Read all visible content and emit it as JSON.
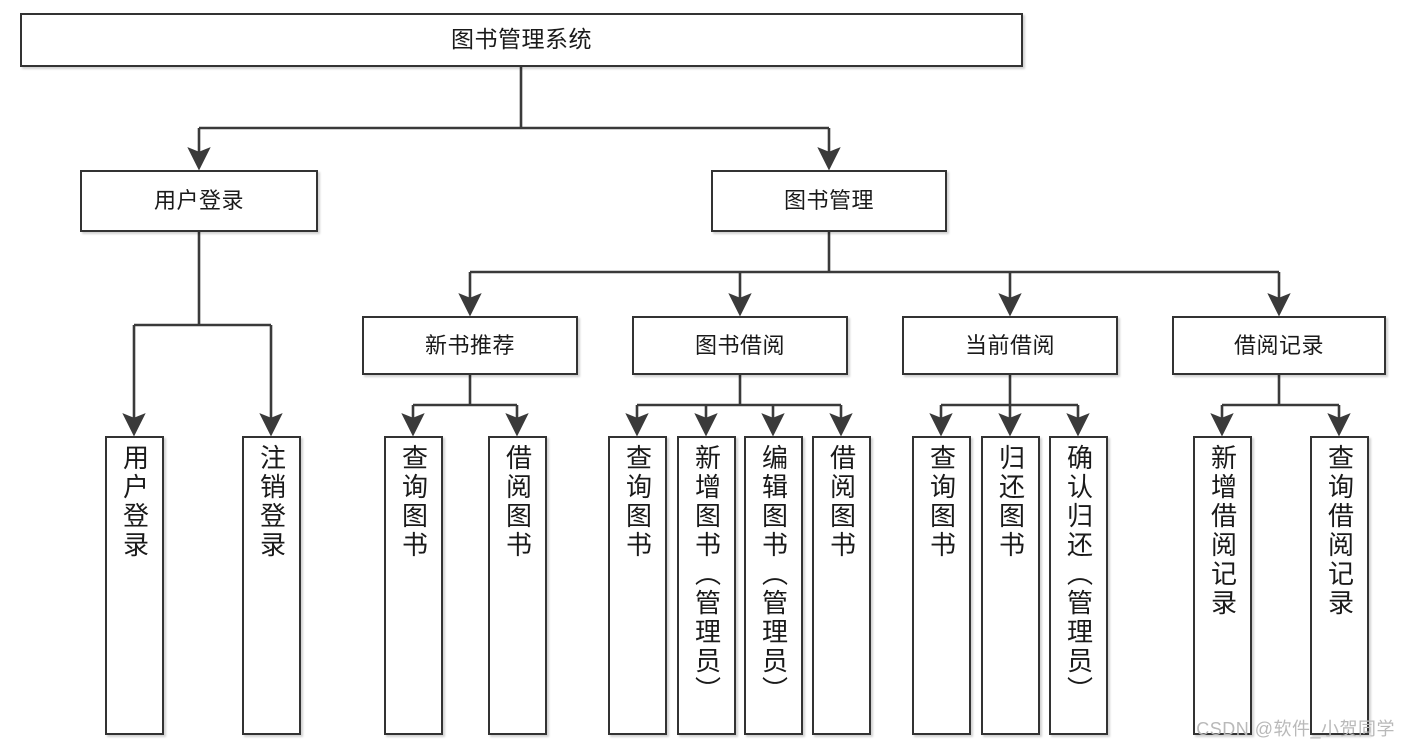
{
  "diagram": {
    "type": "hierarchy-tree",
    "title": "图书管理系统",
    "root": {
      "label": "图书管理系统"
    },
    "level2": [
      {
        "label": "用户登录"
      },
      {
        "label": "图书管理"
      }
    ],
    "level3": [
      {
        "label": "新书推荐"
      },
      {
        "label": "图书借阅"
      },
      {
        "label": "当前借阅"
      },
      {
        "label": "借阅记录"
      }
    ],
    "leaves": {
      "user_login": [
        {
          "label": "用户登录"
        },
        {
          "label": "注销登录"
        }
      ],
      "new_book_recommend": [
        {
          "label": "查询图书"
        },
        {
          "label": "借阅图书"
        }
      ],
      "book_borrow": [
        {
          "label": "查询图书"
        },
        {
          "label": "新增图书（管理员）"
        },
        {
          "label": "编辑图书（管理员）"
        },
        {
          "label": "借阅图书"
        }
      ],
      "current_borrow": [
        {
          "label": "查询图书"
        },
        {
          "label": "归还图书"
        },
        {
          "label": "确认归还（管理员）"
        }
      ],
      "borrow_record": [
        {
          "label": "新增借阅记录"
        },
        {
          "label": "查询借阅记录"
        }
      ]
    }
  },
  "watermark": {
    "text": "CSDN @软件_小贺同学"
  },
  "colors": {
    "box_border": "#333333",
    "box_fill": "#ffffff",
    "text": "#1a1a1a",
    "line": "#3a3a3a",
    "watermark": "#b9b9b9"
  }
}
